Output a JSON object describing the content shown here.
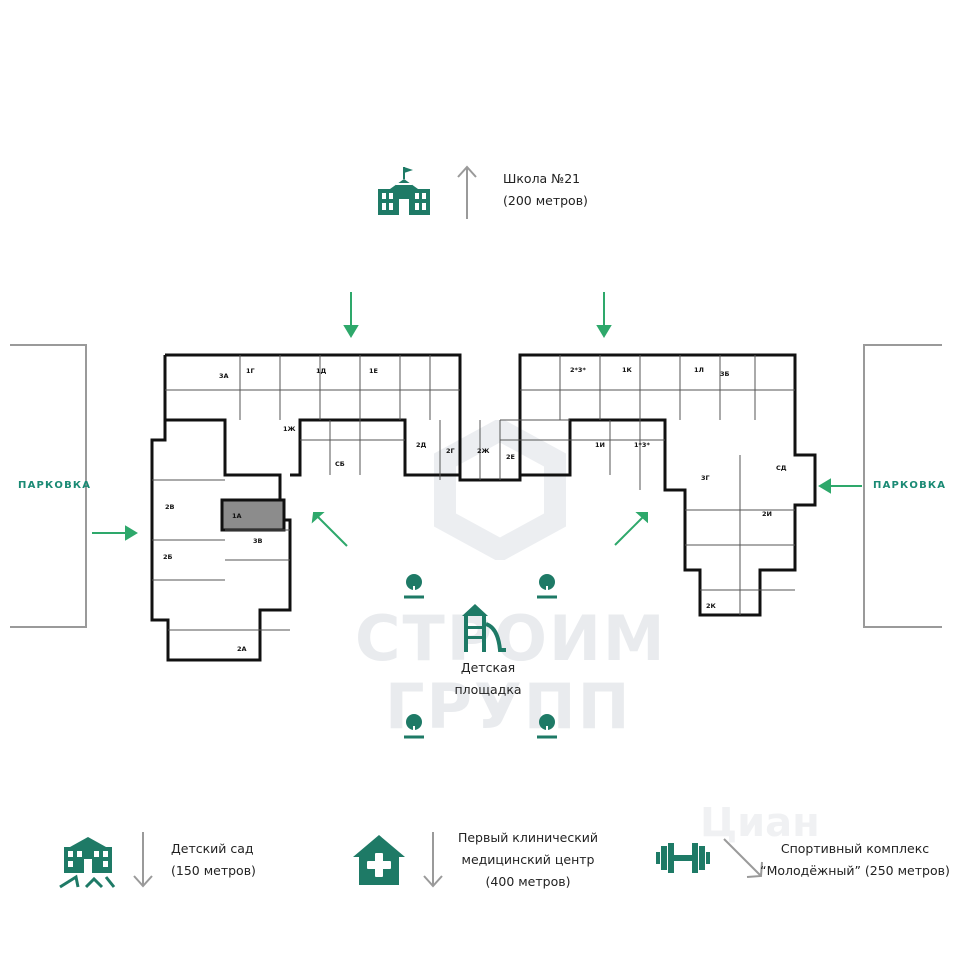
{
  "colors": {
    "accent": "#1e7a66",
    "arrow_green": "#2ea86b",
    "wall": "#111111",
    "gray_arrow": "#9a9a9a",
    "highlight": "#8c8c8c"
  },
  "landmarks": {
    "school": {
      "icon": "school-icon",
      "line1": "Школа №21",
      "line2": "(200 метров)"
    },
    "kindergarten": {
      "icon": "kindergarten-icon",
      "line1": "Детский сад",
      "line2": "(150 метров)"
    },
    "clinic": {
      "icon": "clinic-icon",
      "line1": "Первый клинический",
      "line2": "медицинский центр",
      "line3": "(400 метров)"
    },
    "sports": {
      "icon": "dumbbell-icon",
      "line1": "Спортивный комплекс",
      "line2": "“Молодёжный” (250 метров)"
    },
    "playground": {
      "icon": "playground-icon",
      "line1": "Детская",
      "line2": "площадка"
    }
  },
  "parking": {
    "left": "ПАРКОВКА",
    "right": "ПАРКОВКА"
  },
  "apartments": {
    "left_wing": [
      "3А",
      "1Г",
      "1Д",
      "1Е",
      "2В",
      "2Б",
      "2А",
      "1Ж",
      "1А",
      "3В",
      "2Д",
      "СБ"
    ],
    "center": [
      "2Г",
      "2Ж",
      "2Е"
    ],
    "right_wing": [
      "2*3*",
      "1К",
      "1Л",
      "3Б",
      "1И",
      "1*3*",
      "СД",
      "3Г",
      "2И",
      "2К"
    ]
  },
  "watermark": {
    "line1": "СТРОИМ",
    "line2": "ГРУПП",
    "corner": "Циан"
  }
}
